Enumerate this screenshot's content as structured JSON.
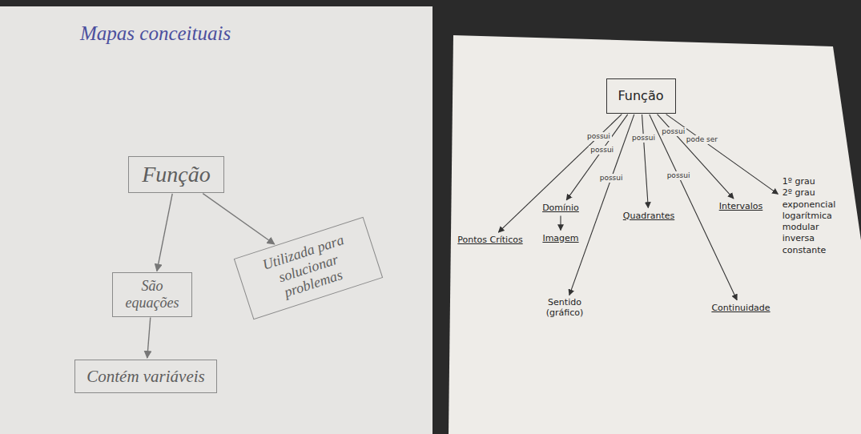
{
  "diagram": {
    "title": "Mapas conceituais",
    "nodes": [
      {
        "text": [
          "Função"
        ]
      },
      {
        "text": [
          "São equações"
        ]
      },
      {
        "text": [
          "Contém variáveis"
        ]
      },
      {
        "text": [
          "Utilizada para solucionar problemas"
        ]
      },
      {
        "text": [
          "Função"
        ]
      },
      {
        "text": [
          "Pontos Críticos"
        ]
      },
      {
        "text": [
          "Domínio"
        ]
      },
      {
        "text": [
          "Imagem"
        ]
      },
      {
        "text": [
          "Quadrantes"
        ]
      },
      {
        "text": [
          "Intervalos"
        ]
      },
      {
        "text": [
          "Sentido (gráfico)"
        ]
      },
      {
        "text": [
          "Continuidade"
        ]
      },
      {
        "text": [
          "1º grau",
          "2º grau",
          "exponencial",
          "logarítmica",
          "modular",
          "inversa",
          "constante"
        ]
      }
    ],
    "edges": [
      {
        "from": 0,
        "to": 1,
        "arrow": "to"
      },
      {
        "from": 1,
        "to": 2,
        "arrow": "to"
      },
      {
        "from": 0,
        "to": 3,
        "arrow": "to"
      },
      {
        "from": 4,
        "to": 5,
        "label": "possui",
        "arrow": "to"
      },
      {
        "from": 4,
        "to": 6,
        "label": "possui",
        "arrow": "to"
      },
      {
        "from": 6,
        "to": 7,
        "arrow": "to"
      },
      {
        "from": 4,
        "to": 8,
        "label": "possui",
        "arrow": "to"
      },
      {
        "from": 4,
        "to": 9,
        "label": "possui",
        "arrow": "to"
      },
      {
        "from": 4,
        "to": 10,
        "label": "possui",
        "arrow": "to"
      },
      {
        "from": 4,
        "to": 11,
        "label": "possui",
        "arrow": "to"
      },
      {
        "from": 4,
        "to": 12,
        "label": "pode ser",
        "arrow": "to"
      }
    ]
  }
}
